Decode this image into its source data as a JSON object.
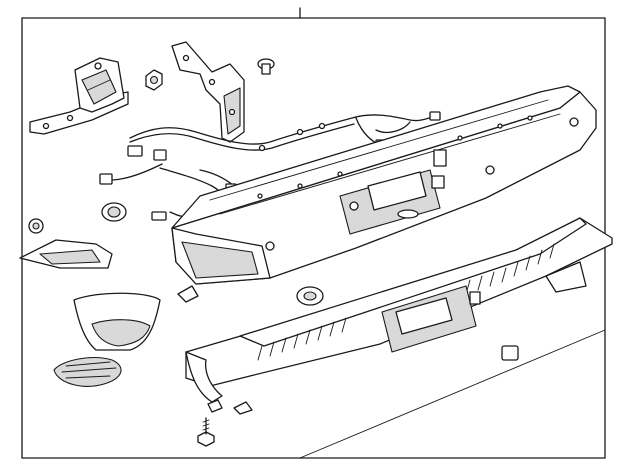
{
  "diagram": {
    "colors": {
      "line": "#1a1a1a",
      "paper": "#ffffff",
      "shade": "#d9d9d9"
    },
    "parts": [
      "bumper-face-bar",
      "step-pad",
      "wiring-harness",
      "mounting-bracket-left",
      "mounting-bracket-right",
      "trailer-socket",
      "reflector",
      "bezel",
      "end-cap",
      "retainer-clip",
      "bolt",
      "push-pin",
      "plug",
      "insert"
    ]
  }
}
